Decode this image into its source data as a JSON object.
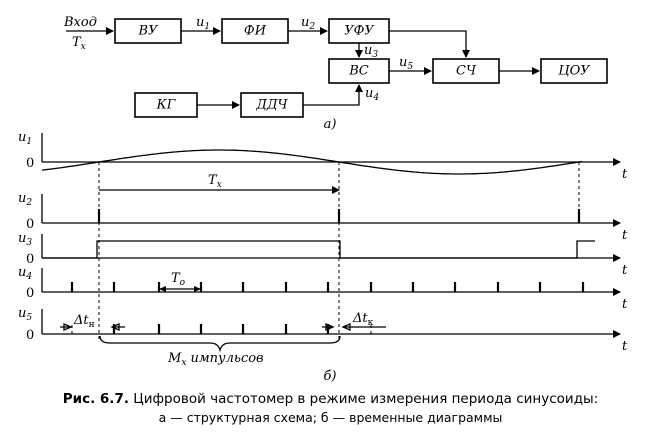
{
  "block_diagram": {
    "input_label": "Вход",
    "input_param": "T",
    "input_param_sub": "x",
    "blocks": {
      "vu": "ВУ",
      "fi": "ФИ",
      "ufu": "УФУ",
      "vs": "ВС",
      "sch": "СЧ",
      "tsou": "ЦОУ",
      "kg": "КГ",
      "ddch": "ДДЧ"
    },
    "signals": {
      "u1": {
        "base": "u",
        "sub": "1"
      },
      "u2": {
        "base": "u",
        "sub": "2"
      },
      "u3": {
        "base": "u",
        "sub": "3"
      },
      "u4": {
        "base": "u",
        "sub": "4"
      },
      "u5": {
        "base": "u",
        "sub": "5"
      }
    },
    "part_label": "а)"
  },
  "timing": {
    "rows": [
      {
        "base": "u",
        "sub": "1",
        "zero": "0",
        "t": "t"
      },
      {
        "base": "u",
        "sub": "2",
        "zero": "0",
        "t": "t"
      },
      {
        "base": "u",
        "sub": "3",
        "zero": "0",
        "t": "t"
      },
      {
        "base": "u",
        "sub": "4",
        "zero": "0",
        "t": "t"
      },
      {
        "base": "u",
        "sub": "5",
        "zero": "0",
        "t": "t"
      }
    ],
    "tx_label": {
      "base": "T",
      "sub": "x"
    },
    "to_label": {
      "base": "T",
      "sub": "o"
    },
    "dtn_label": {
      "base": "Δt",
      "sub": "н"
    },
    "dtk_label": {
      "base": "Δt",
      "sub": "к"
    },
    "mx_label": {
      "base": "M",
      "sub": "x",
      "rest": " импульсов"
    },
    "part_label": "б)"
  },
  "caption": {
    "fig_no": "Рис. 6.7.",
    "line1": " Цифровой частотомер в режиме измерения периода синусоиды:",
    "line2": "а — структурная схема; б — временные диаграммы"
  }
}
